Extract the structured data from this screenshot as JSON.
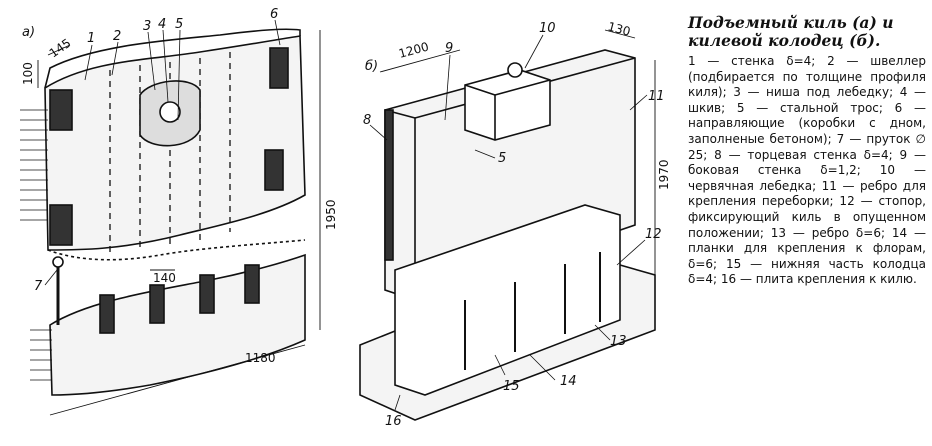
{
  "figure_a": {
    "label": "а)",
    "callouts": [
      "1",
      "2",
      "3",
      "4",
      "5",
      "6",
      "7"
    ],
    "dims": {
      "d145": "145",
      "d100": "100",
      "d140": "140",
      "d1950": "1950",
      "d1180": "1180"
    }
  },
  "figure_b": {
    "label": "б)",
    "callouts": [
      "8",
      "9",
      "10",
      "11",
      "12",
      "13",
      "14",
      "15",
      "16",
      "5"
    ],
    "dims": {
      "d1200": "1200",
      "d130": "130",
      "d1970": "1970"
    }
  },
  "caption": {
    "title": "Подъемный киль (а) и килевой колодец (б).",
    "body": "1 — стенка δ=4; 2 — швеллер (подбирается по толщине профиля киля); 3 — ниша под лебедку; 4 — шкив; 5 — стальной трос; 6 — направляющие (коробки с дном, заполненые бетоном); 7 — пруток ∅ 25; 8 — торцевая стенка δ=4; 9 — боковая стенка δ=1,2; 10 — червячная лебедка; 11 — ребро для крепления переборки; 12 — стопор, фиксирующий киль в опущенном положении; 13 — ребро δ=6; 14 — планки для крепления к флорам, δ=6; 15 — нижняя часть колодца δ=4; 16 — плита крепления к килю."
  }
}
